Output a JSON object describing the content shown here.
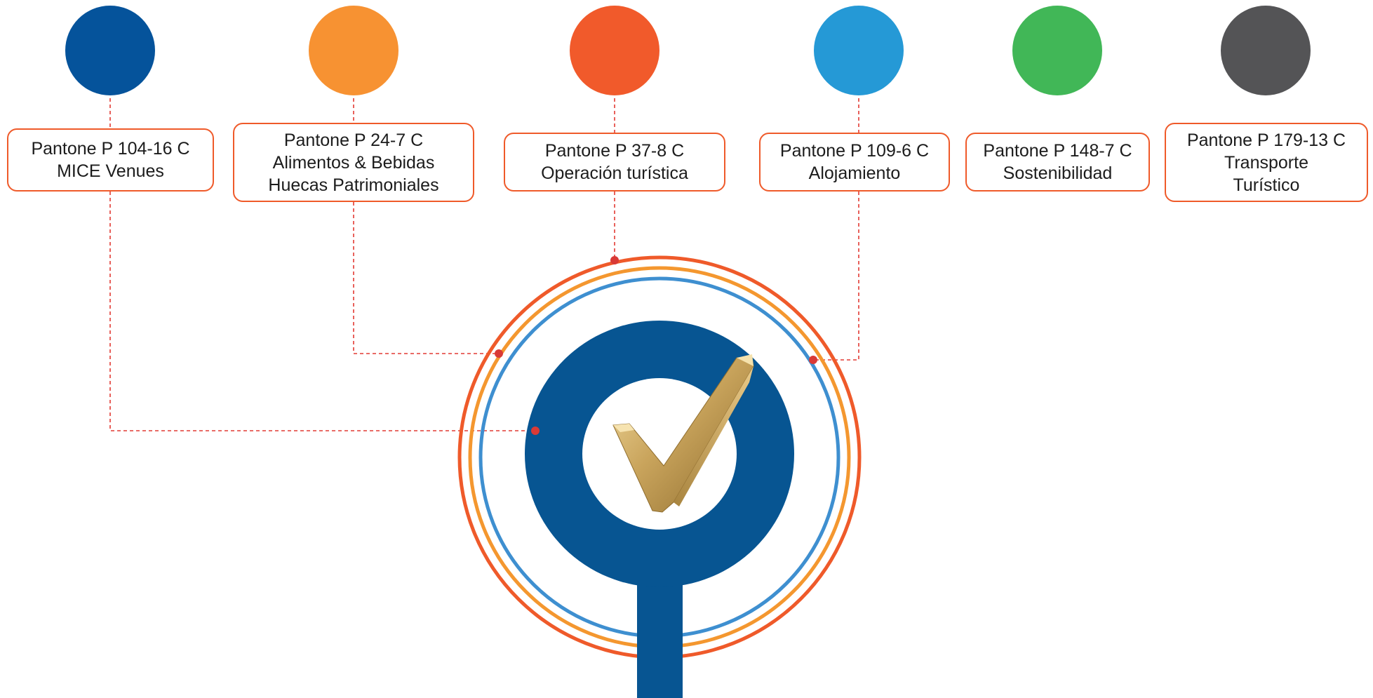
{
  "categories": [
    {
      "code": "Pantone P 104-16 C",
      "lines": [
        "MICE Venues"
      ],
      "color": "#05539b",
      "swatch_icon": "color-swatch-circle"
    },
    {
      "code": "Pantone P 24-7 C",
      "lines": [
        "Alimentos & Bebidas",
        "Huecas Patrimoniales"
      ],
      "color": "#f79232",
      "swatch_icon": "color-swatch-circle"
    },
    {
      "code": "Pantone P 37-8 C",
      "lines": [
        "Operación turística"
      ],
      "color": "#f15a2b",
      "swatch_icon": "color-swatch-circle"
    },
    {
      "code": "Pantone P 109-6 C",
      "lines": [
        "Alojamiento"
      ],
      "color": "#2599d6",
      "swatch_icon": "color-swatch-circle"
    },
    {
      "code": "Pantone P 148-7 C",
      "lines": [
        "Sostenibilidad"
      ],
      "color": "#41b757",
      "swatch_icon": "color-swatch-circle"
    },
    {
      "code": "Pantone P 179-13 C",
      "lines": [
        "Transporte",
        "Turístico"
      ],
      "color": "#545456",
      "swatch_icon": "color-swatch-circle"
    }
  ],
  "colors": {
    "label_border": "#ef5a2a",
    "connector": "#e23a33",
    "ring_outer": "#ef5a2a",
    "ring_middle": "#f4972f",
    "ring_inner": "#3e8fd0",
    "emblem_blue": "#075592",
    "checkmark_gold": "#c9a45c"
  },
  "emblem": {
    "icon": "gold-checkmark-icon",
    "shape": "magnifier-ring-logo"
  }
}
